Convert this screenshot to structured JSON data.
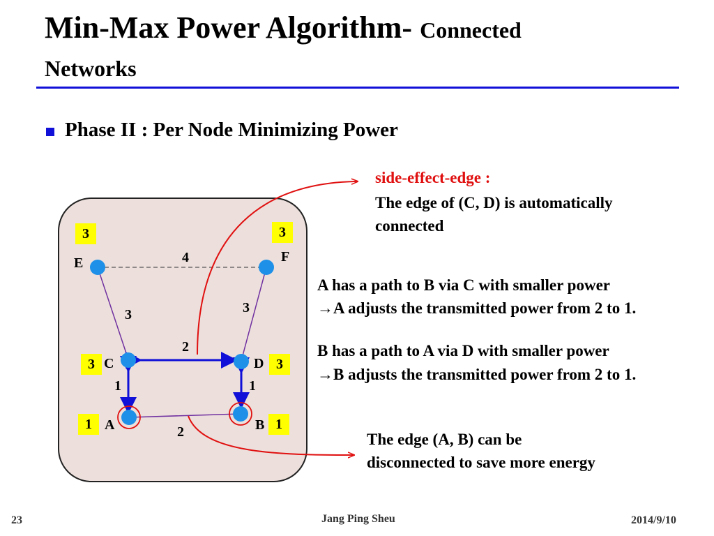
{
  "slide": {
    "title_main": "Min-Max Power Algorithm-",
    "title_sub": "Connected",
    "title_line2": "Networks",
    "bullet_text": "Phase II : Per Node Minimizing Power"
  },
  "diagram": {
    "nodes": {
      "E": "E",
      "F": "F",
      "C": "C",
      "D": "D",
      "A": "A",
      "B": "B"
    },
    "edge_weights": {
      "EF": "4",
      "EC": "3",
      "FD": "3",
      "CD": "2",
      "CA": "1",
      "DB": "1",
      "AB": "2"
    },
    "badges": {
      "E": "3",
      "F": "3",
      "C": "3",
      "D": "3",
      "A": "1",
      "B": "1"
    }
  },
  "notes": {
    "side_effect_title": "side-effect-edge :",
    "side_effect_line1": "The edge of (C, D) is automatically",
    "side_effect_line2": "connected",
    "a_line1": "A has a path to B via C with smaller power",
    "a_line2": "→A adjusts the transmitted power from 2 to 1.",
    "b_line1": "B has a path to A via D with smaller power",
    "b_line2": "→B adjusts the transmitted power from 2 to 1.",
    "ab_line1": "The edge (A, B) can be",
    "ab_line2": "disconnected to save more energy"
  },
  "footer": {
    "page_number": "23",
    "author": "Jang Ping Sheu",
    "date": "2014/9/10"
  },
  "colors": {
    "rule": "#1010d8",
    "node": "#1e90e8",
    "arrow": "#1010d8",
    "highlight": "#e01010",
    "badge": "#ffff00",
    "panel": "#ede0dc"
  }
}
